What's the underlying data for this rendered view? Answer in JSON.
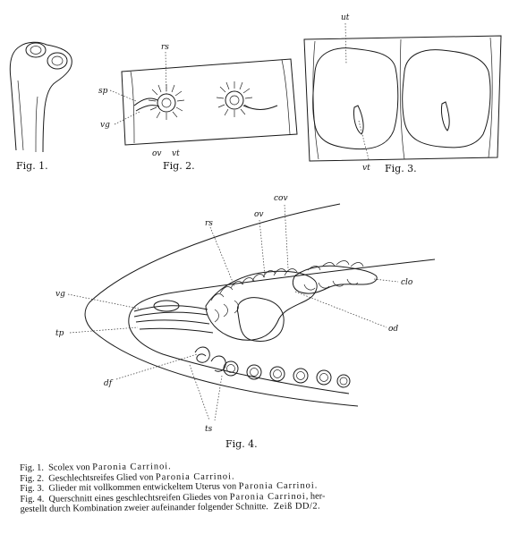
{
  "figures": {
    "fig1": {
      "label": "Fig. 1."
    },
    "fig2": {
      "label": "Fig. 2.",
      "labels": {
        "rs": "rs",
        "sp": "sp",
        "vg": "vg",
        "ov": "ov",
        "vt": "vt"
      }
    },
    "fig3": {
      "label": "Fig. 3.",
      "labels": {
        "ut": "ut",
        "vt": "vt"
      }
    },
    "fig4": {
      "label": "Fig. 4.",
      "labels": {
        "rs": "rs",
        "ov": "ov",
        "cov": "cov",
        "clo": "clo",
        "vg": "vg",
        "tp": "tp",
        "od": "od",
        "df": "df",
        "ts": "ts"
      }
    }
  },
  "caption": [
    {
      "prefix": "Fig. 1.",
      "text": "Scolex von ",
      "species": "Paronia Carrinoi",
      "suffix": "."
    },
    {
      "prefix": "Fig. 2.",
      "text": "Geschlechtsreifes Glied von ",
      "species": "Paronia Carrinoi",
      "suffix": "."
    },
    {
      "prefix": "Fig. 3.",
      "text": "Glieder mit vollkommen entwickeltem Uterus von ",
      "species": "Paronia Carrinoi",
      "suffix": "."
    },
    {
      "prefix": "Fig. 4.",
      "text": "Querschnitt eines geschlechtsreifen Gliedes von ",
      "species": "Paronia Carrinoi",
      "suffix": ", her-"
    }
  ],
  "caption_cont": "gestellt durch Kombination zweier aufeinander folgender Schnitte.",
  "magnification": "Zeiß DD/2."
}
